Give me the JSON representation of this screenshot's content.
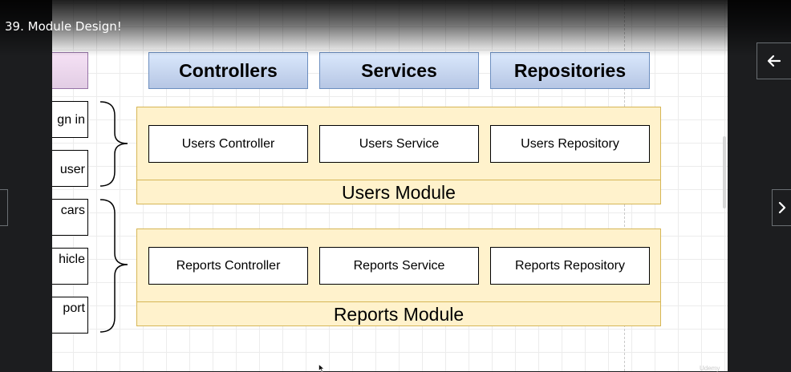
{
  "lecture": {
    "title": "39. Module Design!"
  },
  "headers": [
    "Controllers",
    "Services",
    "Repositories"
  ],
  "modules": [
    {
      "name": "Users Module",
      "components": [
        "Users Controller",
        "Users Service",
        "Users Repository"
      ]
    },
    {
      "name": "Reports Module",
      "components": [
        "Reports Controller",
        "Reports Service",
        "Reports Repository"
      ]
    }
  ],
  "left_routes": [
    "gn in",
    "user",
    "cars",
    "hicle",
    "port"
  ],
  "navigation": {
    "back_icon": "arrow-left-icon",
    "next_icon": "chevron-right-icon",
    "prev_icon": "chevron-left-icon"
  },
  "watermark": "Udemy",
  "colors": {
    "header_fill": "#dae8fc",
    "header_border": "#6c8ebf",
    "module_fill": "#fff2cc",
    "module_border": "#d6b656",
    "player_bg": "#1c1d1f"
  }
}
